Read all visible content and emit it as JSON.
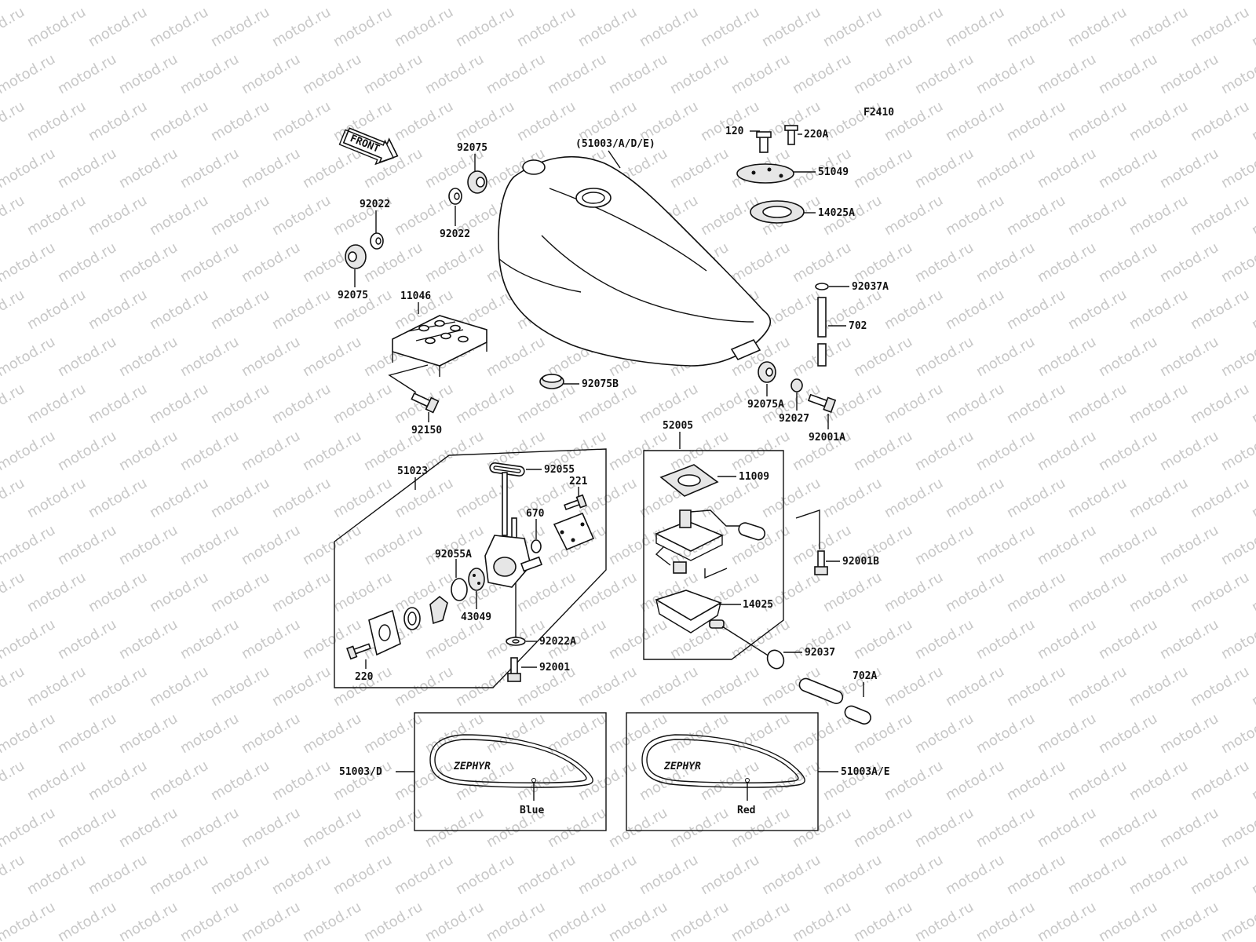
{
  "watermark": {
    "text": "motod.ru"
  },
  "figure_code": "F2410",
  "front_arrow": {
    "text": "FRONT"
  },
  "labels": {
    "tank": "(51003/A/D/E)",
    "bolt_120": "120",
    "screw_220a": "220A",
    "cap_51049": "51049",
    "ring_14025a": "14025A",
    "damper_92075_top": "92075",
    "washer_92022_top": "92022",
    "washer_92022_left": "92022",
    "damper_92075_left": "92075",
    "bracket_11046": "11046",
    "clip_92037a": "92037A",
    "hose_702": "702",
    "damper_92075b": "92075B",
    "bolt_92150": "92150",
    "damper_92075a": "92075A",
    "collar_92027": "92027",
    "bolt_92001a": "92001A",
    "gauge_52005": "52005",
    "gasket_11009": "11009",
    "cock_51023": "51023",
    "gasket_92055": "92055",
    "screw_221": "221",
    "oring_670": "670",
    "oring_92055a": "92055A",
    "lever_43049": "43049",
    "bolt_92001b": "92001B",
    "pan_14025": "14025",
    "washer_92022a": "92022A",
    "clip_92037": "92037",
    "bolt_92001": "92001",
    "screw_220": "220",
    "hose_702a": "702A",
    "tank_blue": "51003/D",
    "tank_red": "51003A/E"
  },
  "tank_variants": [
    {
      "logo": "ZEPHYR",
      "color_name": "Blue",
      "color_hex": "#2f4fa8"
    },
    {
      "logo": "ZEPHYR",
      "color_name": "Red",
      "color_hex": "#b02a2a"
    }
  ]
}
